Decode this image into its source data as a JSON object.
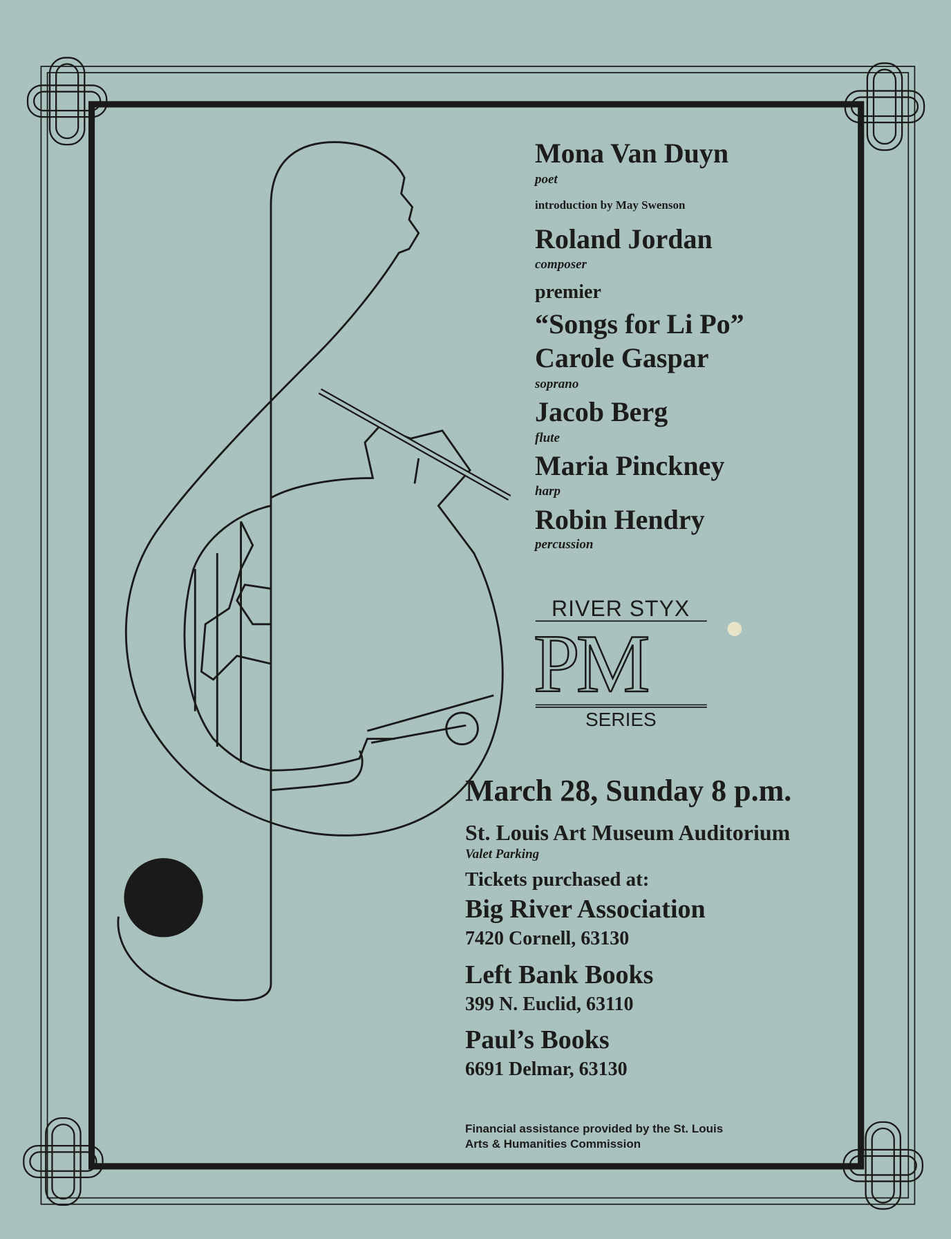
{
  "performers": [
    {
      "name": "Mona Van Duyn",
      "role": "poet"
    },
    {
      "name": "Roland Jordan",
      "role": "composer"
    },
    {
      "name": "Carole Gaspar",
      "role": "soprano"
    },
    {
      "name": "Jacob Berg",
      "role": "flute"
    },
    {
      "name": "Maria Pinckney",
      "role": "harp"
    },
    {
      "name": "Robin Hendry",
      "role": "percussion"
    }
  ],
  "introduction": "introduction by May Swenson",
  "premier_label": "premier",
  "premier_title": "“Songs for Li Po”",
  "logo": {
    "top": "RIVER STYX",
    "main": "PM",
    "bottom": "SERIES"
  },
  "event": {
    "datetime": "March 28, Sunday 8 p.m.",
    "venue": "St. Louis Art Museum Auditorium",
    "parking": "Valet Parking",
    "tickets_label": "Tickets purchased at:"
  },
  "outlets": [
    {
      "name": "Big River Association",
      "address": "7420 Cornell, 63130"
    },
    {
      "name": "Left Bank Books",
      "address": "399 N. Euclid, 63110"
    },
    {
      "name": "Paul’s Books",
      "address": "6691 Delmar, 63130"
    }
  ],
  "credit": [
    "Financial assistance provided by the St. Louis",
    "Arts & Humanities Commission"
  ]
}
